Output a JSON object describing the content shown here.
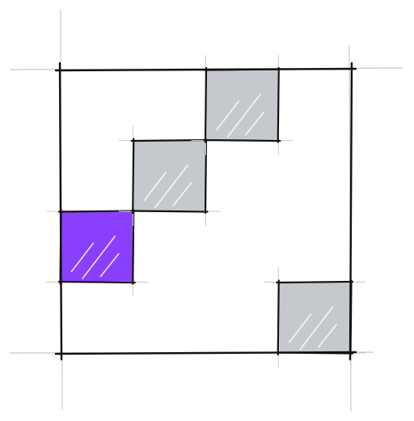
{
  "grid": {
    "columns": 4,
    "rows": 4,
    "frame_color": "#111111",
    "guide_color": "#c9c9c9"
  },
  "cells": [
    {
      "name": "cell-highlighted",
      "col": 0,
      "row": 2,
      "state": "highlighted",
      "fill": "#8a3ffc"
    },
    {
      "name": "cell-gray-1",
      "col": 1,
      "row": 1,
      "state": "filled",
      "fill": "#c5c9cd"
    },
    {
      "name": "cell-gray-2",
      "col": 2,
      "row": 0,
      "state": "filled",
      "fill": "#c5c9cd"
    },
    {
      "name": "cell-gray-3",
      "col": 3,
      "row": 3,
      "state": "filled",
      "fill": "#c5c9cd"
    }
  ]
}
